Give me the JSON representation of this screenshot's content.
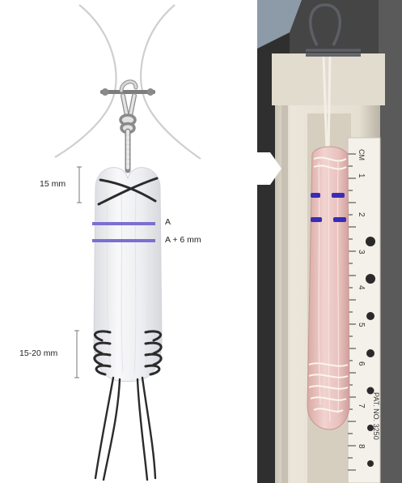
{
  "illustration": {
    "annotations": {
      "loop_length": "15 mm",
      "mark_a": "A",
      "mark_a_plus": "A + 6 mm",
      "whipstitch_length": "15-20  mm"
    },
    "colors": {
      "graft": "#f1f2f4",
      "marker_line": "#7b6fd0",
      "suture": "#2b2b2b",
      "tether": "#cfcfcf"
    }
  },
  "photo": {
    "ruler_text": {
      "cm": "CM",
      "patent": "PAT. NO. 3250"
    },
    "ruler_numbers": [
      "1",
      "2",
      "3",
      "4",
      "5",
      "6",
      "7",
      "8"
    ],
    "colors": {
      "background": "#3f3f3f",
      "board": "#e9e3d6",
      "graft": "#eac8c4",
      "marker_ink": "#3a2bb8"
    }
  }
}
